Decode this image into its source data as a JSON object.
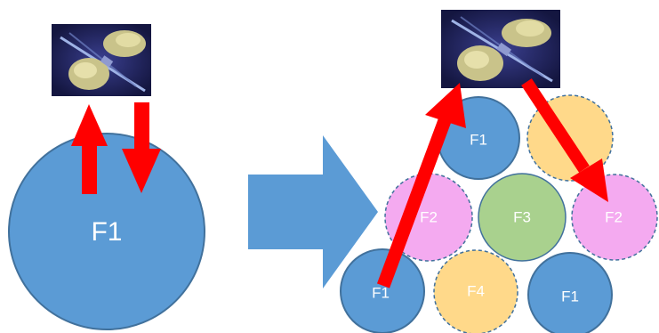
{
  "colors": {
    "background": "#ffffff",
    "cell_blue": "#5b9bd5",
    "cell_blue_stroke": "#41719c",
    "cell_pink": "#f4aaf0",
    "cell_green": "#a9d18e",
    "cell_yellow": "#ffd98a",
    "dashed_stroke": "#41719c",
    "arrow_red": "#ff0000",
    "big_arrow": "#5b9bd5",
    "satellite_bg": "#1a1d5a"
  },
  "left_panel": {
    "satellite_icon": "satellite-icon",
    "single_cell_label": "F1"
  },
  "transition_arrow": "right-arrow-icon",
  "right_panel": {
    "satellite_icon": "satellite-icon",
    "cells": [
      {
        "label": "F1",
        "color": "blue",
        "border": "solid"
      },
      {
        "label": "",
        "color": "yellow",
        "border": "dashed"
      },
      {
        "label": "F2",
        "color": "pink",
        "border": "dashed"
      },
      {
        "label": "F3",
        "color": "green",
        "border": "solid"
      },
      {
        "label": "F2",
        "color": "pink",
        "border": "dashed"
      },
      {
        "label": "F1",
        "color": "blue",
        "border": "solid"
      },
      {
        "label": "F4",
        "color": "yellow",
        "border": "dashed"
      },
      {
        "label": "F1",
        "color": "blue",
        "border": "solid"
      }
    ]
  }
}
